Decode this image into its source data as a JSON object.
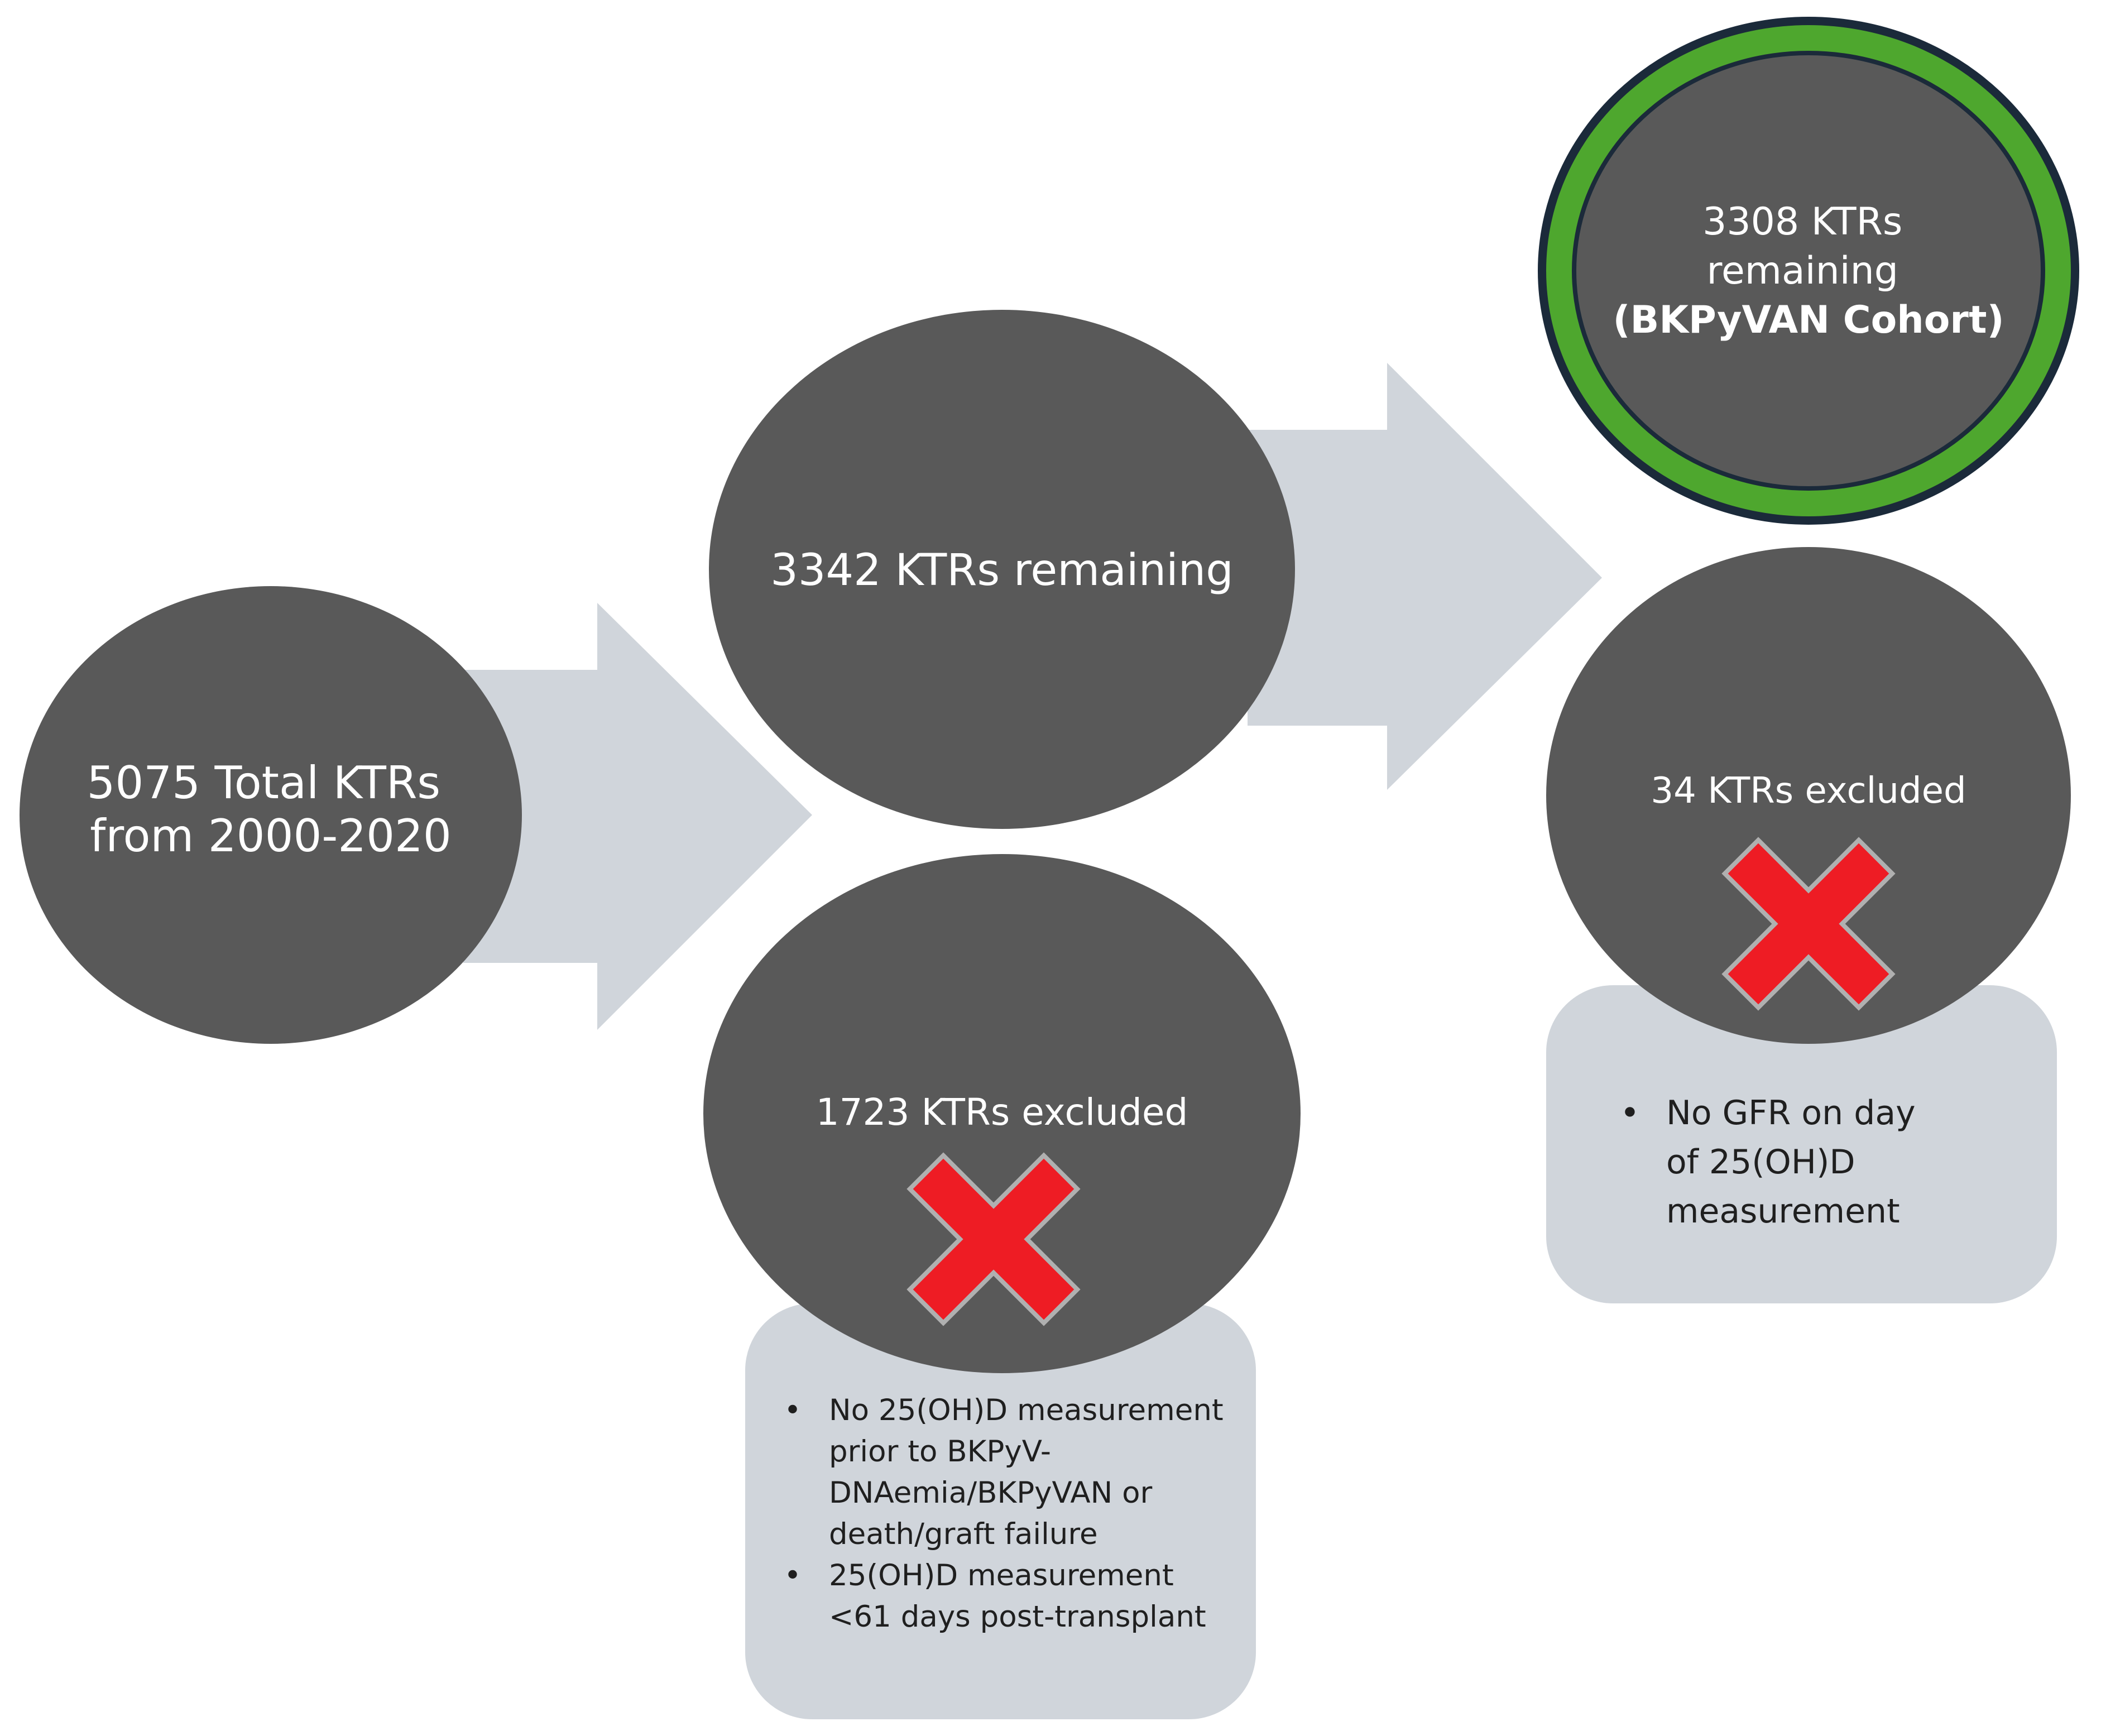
{
  "colors": {
    "background": "#ffffff",
    "circle_fill": "#595959",
    "arrow_fill": "#d0d5db",
    "note_box_fill": "#d0d5db",
    "cohort_ring": "#4ea72e",
    "cohort_ring_border": "#1b2a3a",
    "cross_fill": "#ee1c24",
    "cross_outline": "#b0b0b0"
  },
  "nodes": {
    "total": {
      "line1": "5075 Total KTRs",
      "line2": "from 2000-2020"
    },
    "remaining_1": {
      "text": "3342 KTRs remaining"
    },
    "excluded_1": {
      "text": "1723 KTRs excluded",
      "icon": "x-mark-icon"
    },
    "excluded_2": {
      "text": "34 KTRs excluded",
      "icon": "x-mark-icon"
    },
    "cohort": {
      "line1": "3308 KTRs",
      "line2": "remaining",
      "line3": "(BKPyVAN Cohort)"
    }
  },
  "exclusion_notes": {
    "left": [
      "No 25(OH)D measurement prior to BKPyV-DNAemia/BKPyVAN or death/graft failure",
      "25(OH)D measurement <61 days post-transplant"
    ],
    "right": [
      "No GFR on day of 25(OH)D measurement"
    ]
  }
}
